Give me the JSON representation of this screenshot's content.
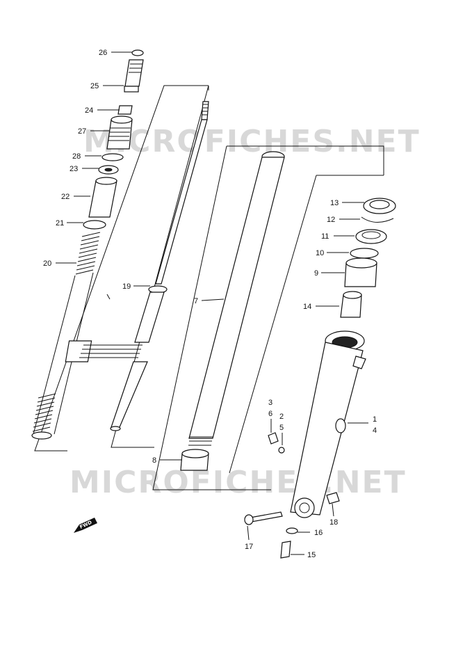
{
  "watermark": {
    "text": "MICROFICHES.NET"
  },
  "direction": {
    "text": "FWD"
  },
  "callouts": {
    "c1": "1",
    "c2": "2",
    "c3": "3",
    "c4": "4",
    "c5": "5",
    "c6": "6",
    "c7": "7",
    "c8": "8",
    "c9": "9",
    "c10": "10",
    "c11": "11",
    "c12": "12",
    "c13": "13",
    "c14": "14",
    "c15": "15",
    "c16": "16",
    "c17": "17",
    "c18": "18",
    "c19": "19",
    "c20": "20",
    "c21": "21",
    "c22": "22",
    "c23": "23",
    "c24": "24",
    "c25": "25",
    "c26": "26",
    "c27": "27",
    "c28": "28"
  }
}
